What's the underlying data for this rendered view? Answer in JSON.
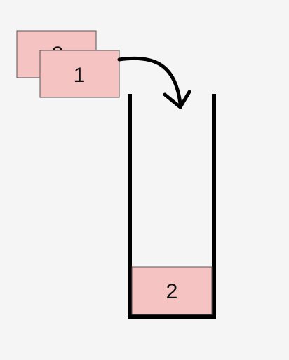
{
  "colors": {
    "background": "#f5f5f5",
    "card_fill": "#f6c3c3",
    "card_border": "#555555",
    "stroke": "#000000",
    "text": "#111111"
  },
  "cards": {
    "back_label": "2",
    "front_label": "1"
  },
  "stack": {
    "items": [
      {
        "label": "2"
      }
    ]
  },
  "arrow": {
    "icon": "curved-arrow-down-icon"
  }
}
